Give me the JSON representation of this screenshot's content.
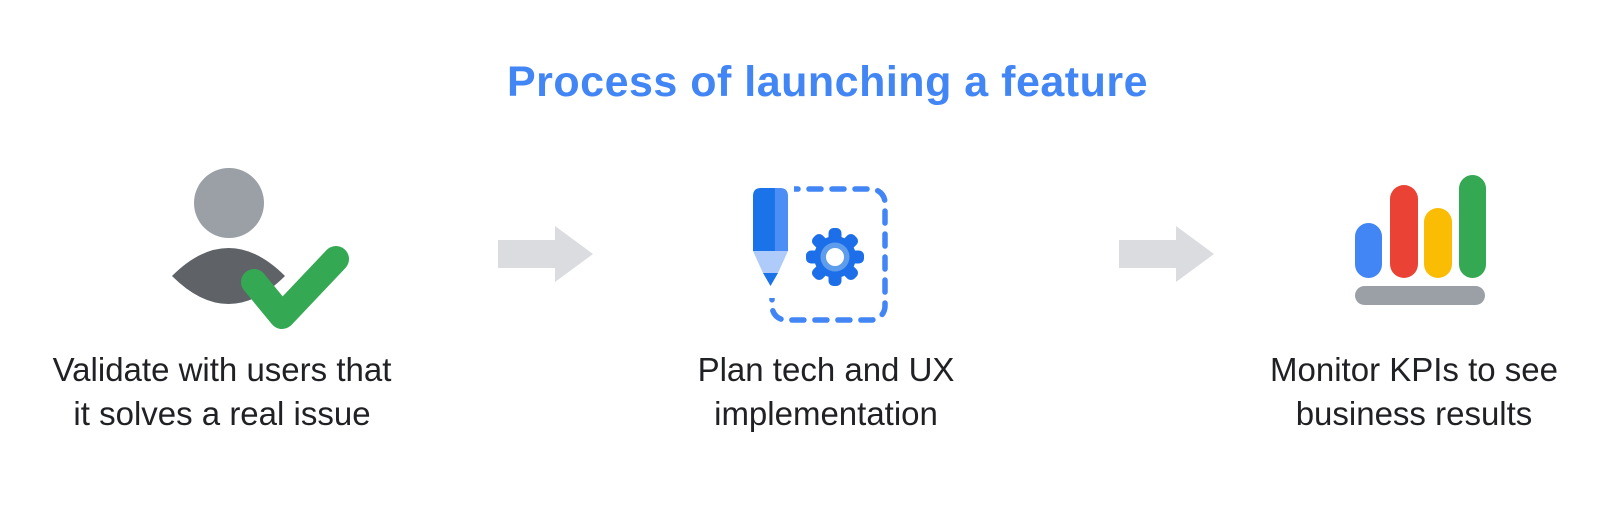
{
  "title": {
    "text": "Process of launching a feature",
    "color": "#4285F4"
  },
  "steps": [
    {
      "name": "validate-with-users",
      "icon": "person-check-icon",
      "label_line1": "Validate with users that",
      "label_line2": "it solves a real issue"
    },
    {
      "name": "plan-implementation",
      "icon": "pencil-gear-icon",
      "label_line1": "Plan tech and UX",
      "label_line2": "implementation"
    },
    {
      "name": "monitor-kpis",
      "icon": "bar-chart-icon",
      "label_line1": "Monitor KPIs to see",
      "label_line2": "business results"
    }
  ],
  "arrows": {
    "count": 2,
    "direction": "right"
  },
  "colors": {
    "background": "#FFFFFF",
    "title_blue": "#4285F4",
    "caption_text": "#202124",
    "arrow_gray": "#DADCE0",
    "person_head_gray": "#9AA0A6",
    "person_body_gray": "#5F6368",
    "check_green": "#34A853",
    "pencil_blue": "#1A73E8",
    "pencil_blue_light": "#4C8DF6",
    "pencil_wood_light_blue": "#AECBFA",
    "pencil_tip_blue": "#1A73E8",
    "gear_blue": "#1C6FE8",
    "gear_ring_light_blue": "#5E9CEC",
    "gear_hole_white": "#FFFFFF",
    "dashed_box_blue": "#4285F4",
    "bar_blue": "#4285F4",
    "bar_red": "#EA4335",
    "bar_yellow": "#FBBC04",
    "bar_green": "#34A853",
    "bar_base_gray": "#9AA0A6"
  }
}
